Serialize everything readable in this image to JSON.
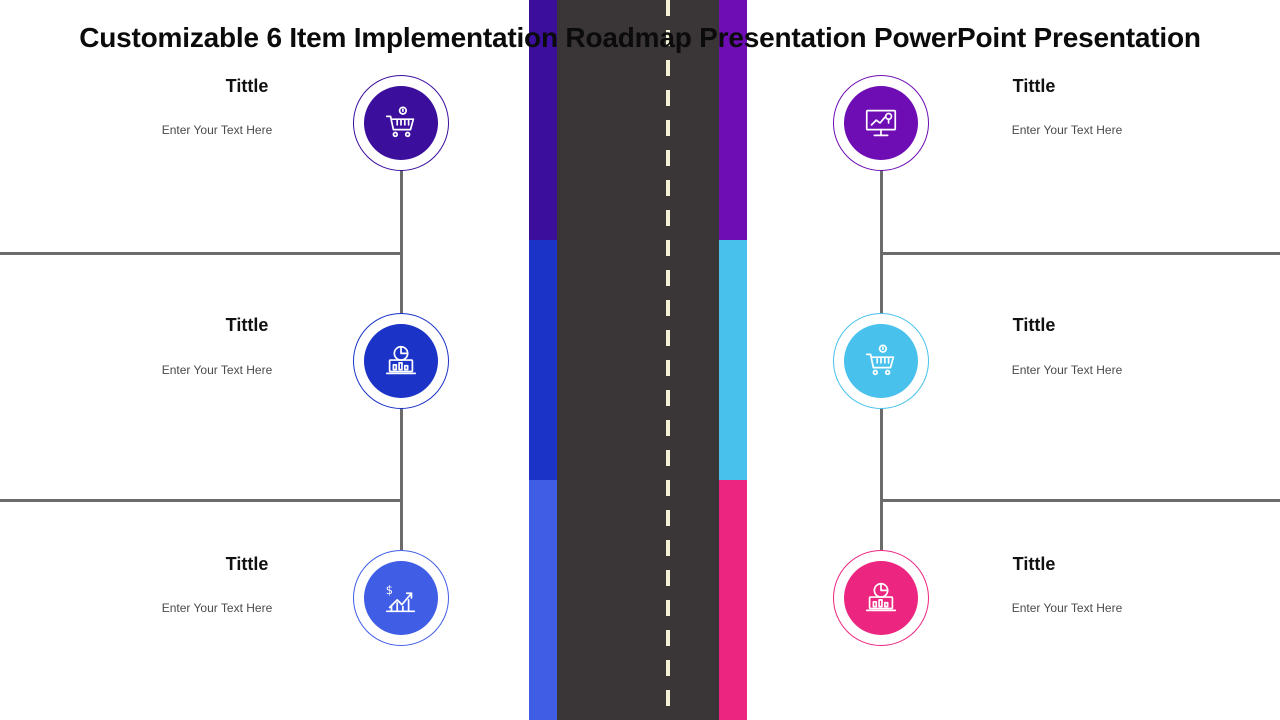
{
  "heading": "Customizable 6 Item Implementation Roadmap Presentation PowerPoint Presentation",
  "colors": {
    "road": "#3a3536",
    "dash": "#f4f0d6",
    "connector": "#6b6b6b",
    "deep_purple": "#3b0e9c",
    "royal_blue": "#1b33c6",
    "light_blue": "#405de6",
    "violet": "#6e0db4",
    "sky_blue": "#48c1ec",
    "pink": "#ec2680"
  },
  "items": [
    {
      "title": "Tittle",
      "text": "Enter Your Text Here",
      "icon": "shopping-cart-icon"
    },
    {
      "title": "Tittle",
      "text": "Enter Your Text Here",
      "icon": "laptop-pie-chart-icon"
    },
    {
      "title": "Tittle",
      "text": "Enter Your Text Here",
      "icon": "dollar-growth-chart-icon"
    },
    {
      "title": "Tittle",
      "text": "Enter Your Text Here",
      "icon": "presentation-board-icon"
    },
    {
      "title": "Tittle",
      "text": "Enter Your Text Here",
      "icon": "shopping-cart-icon"
    },
    {
      "title": "Tittle",
      "text": "Enter Your Text Here",
      "icon": "laptop-pie-chart-icon"
    }
  ]
}
